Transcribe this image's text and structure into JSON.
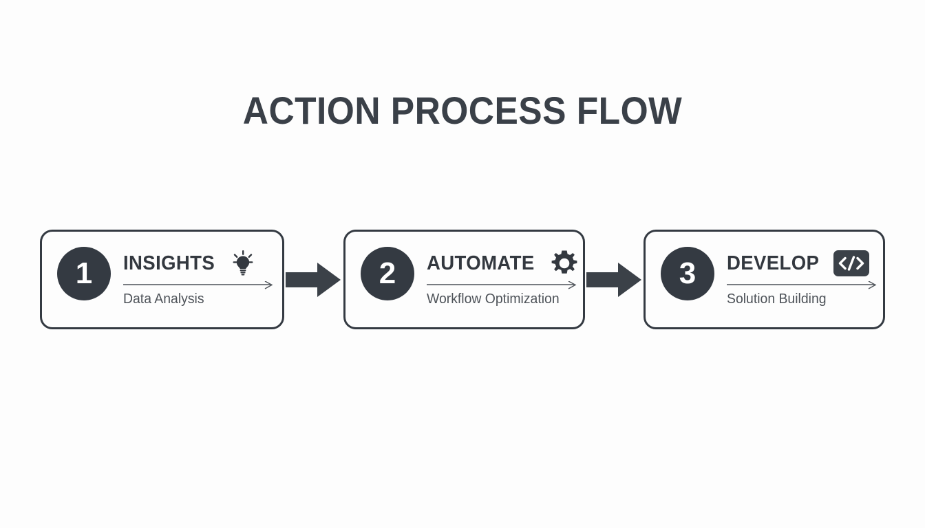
{
  "diagram": {
    "title": "ACTION PROCESS FLOW",
    "background_color": "#fdfdfd",
    "accent_color": "#343a42",
    "title_color": "#3a4048",
    "subtitle_color": "#4d5258",
    "steps": [
      {
        "number": "1",
        "label": "INSIGHTS",
        "subtitle": "Data Analysis",
        "icon": "lightbulb-icon"
      },
      {
        "number": "2",
        "label": "AUTOMATE",
        "subtitle": "Workflow Optimization",
        "icon": "gear-icon"
      },
      {
        "number": "3",
        "label": "DEVELOP",
        "subtitle": "Solution Building",
        "icon": "code-icon"
      }
    ],
    "connectors": [
      {
        "icon": "arrow-right-block-icon"
      },
      {
        "icon": "arrow-right-block-icon"
      }
    ]
  }
}
